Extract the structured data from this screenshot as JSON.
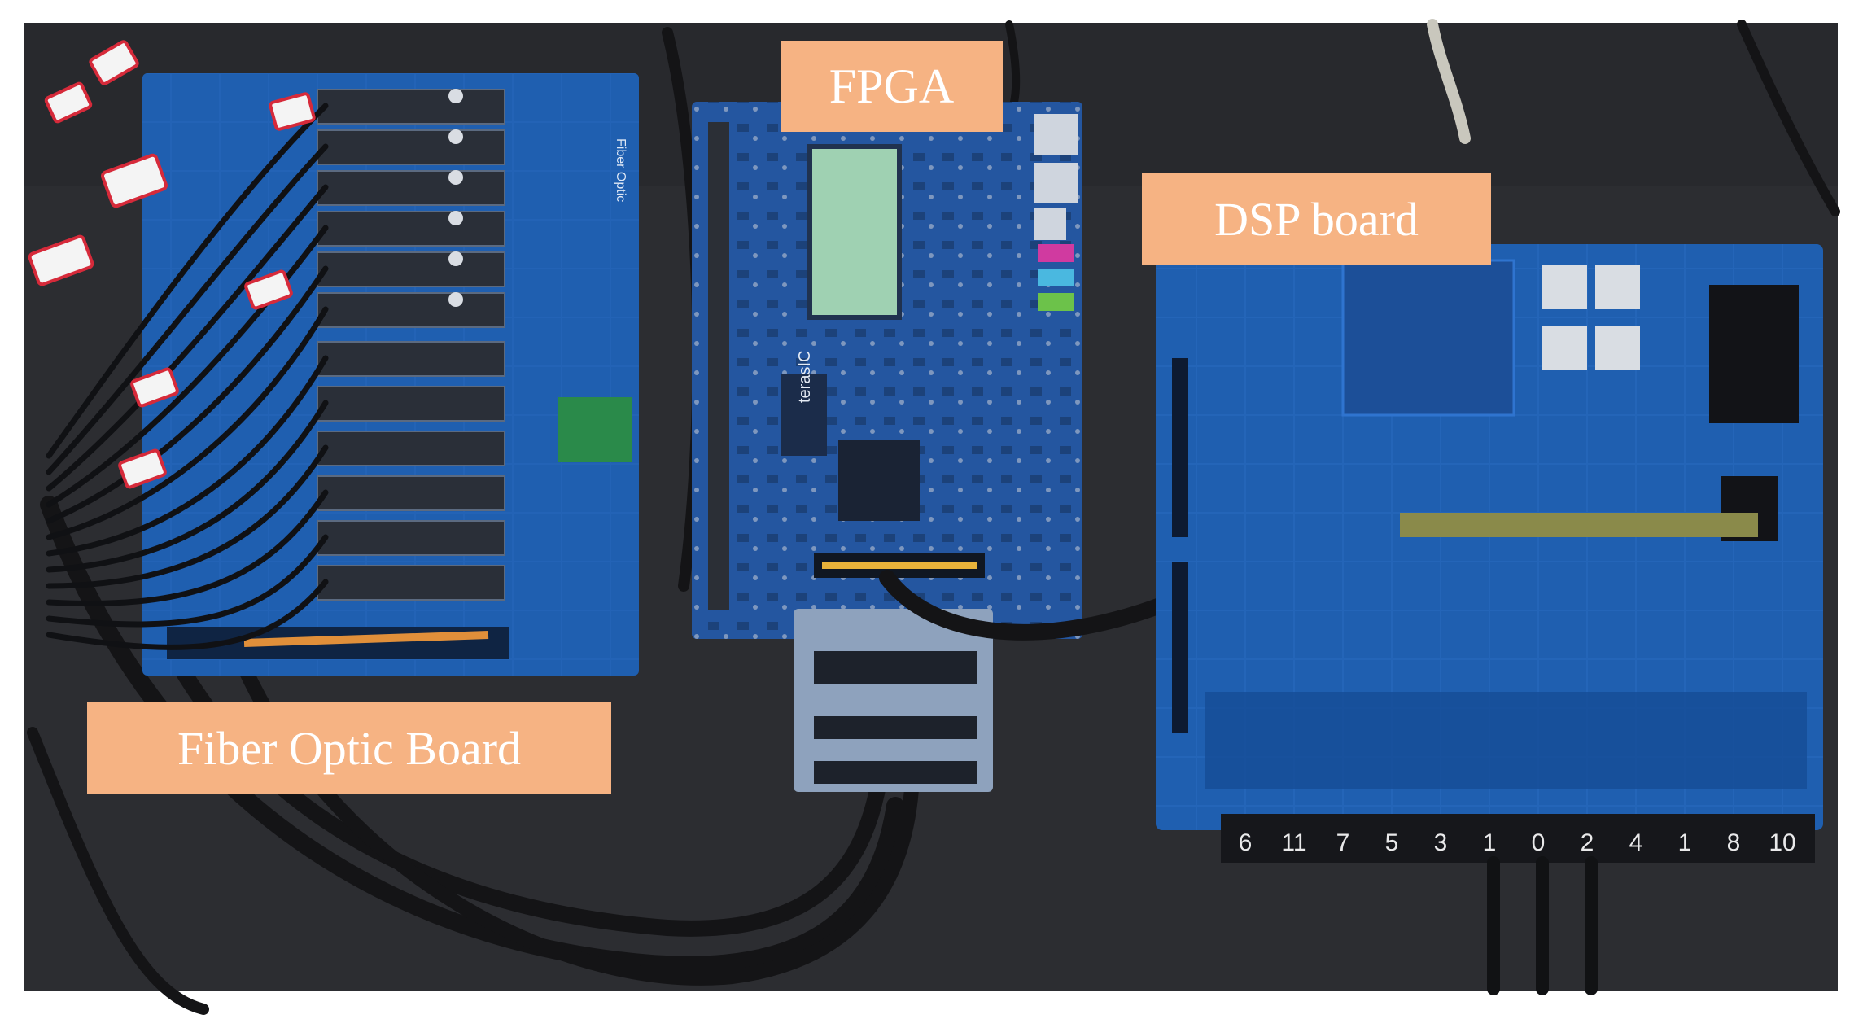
{
  "labels": {
    "fpga": "FPGA",
    "dsp_board": "DSP board",
    "fiber_optic_board": "Fiber Optic Board"
  },
  "board_silkscreen": {
    "fiber_board_edge": "Fiber Optic",
    "fpga_logo": "terasIC"
  },
  "dsp_connector_numbers": [
    "6",
    "11",
    "7",
    "5",
    "3",
    "1",
    "0",
    "2",
    "4",
    "1",
    "8",
    "10"
  ],
  "colors": {
    "label_fill": "#f6b383",
    "label_text": "#ffffff",
    "pcb_blue": "#1f5fb0",
    "desk": "#2c2d31"
  }
}
